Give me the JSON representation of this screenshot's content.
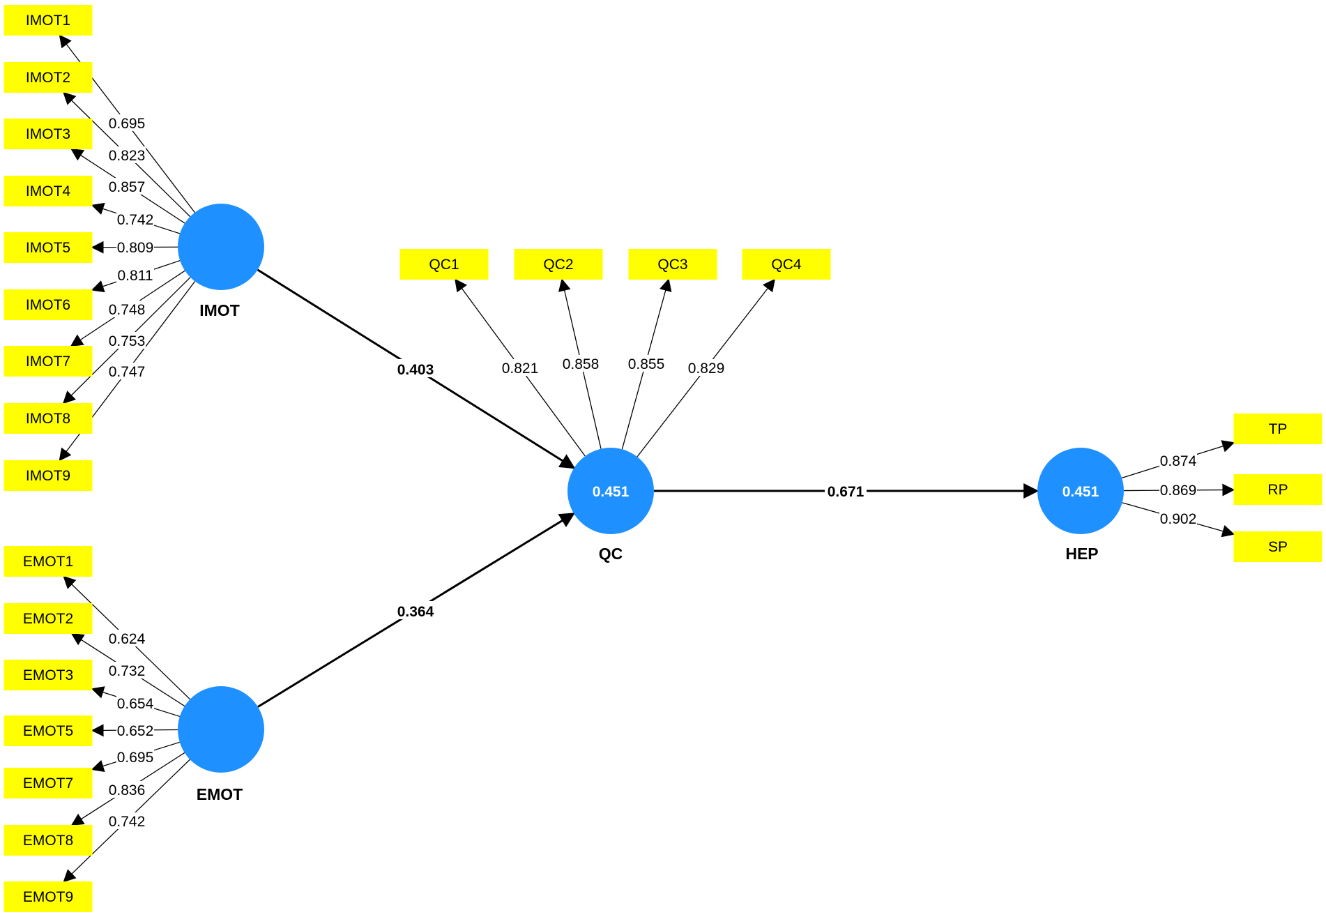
{
  "colors": {
    "indicator_fill": "#ffff00",
    "construct_fill": "#1e90ff",
    "line": "#000000"
  },
  "constructs": [
    {
      "id": "IMOT",
      "label": "IMOT",
      "value": ""
    },
    {
      "id": "EMOT",
      "label": "EMOT",
      "value": ""
    },
    {
      "id": "QC",
      "label": "QC",
      "value": "0.451"
    },
    {
      "id": "HEP",
      "label": "HEP",
      "value": "0.451"
    }
  ],
  "indicators": {
    "IMOT": [
      {
        "name": "IMOT1",
        "loading": "0.695"
      },
      {
        "name": "IMOT2",
        "loading": "0.823"
      },
      {
        "name": "IMOT3",
        "loading": "0.857"
      },
      {
        "name": "IMOT4",
        "loading": "0.742"
      },
      {
        "name": "IMOT5",
        "loading": "0.809"
      },
      {
        "name": "IMOT6",
        "loading": "0.811"
      },
      {
        "name": "IMOT7",
        "loading": "0.748"
      },
      {
        "name": "IMOT8",
        "loading": "0.753"
      },
      {
        "name": "IMOT9",
        "loading": "0.747"
      }
    ],
    "EMOT": [
      {
        "name": "EMOT1",
        "loading": "0.624"
      },
      {
        "name": "EMOT2",
        "loading": "0.732"
      },
      {
        "name": "EMOT3",
        "loading": "0.654"
      },
      {
        "name": "EMOT5",
        "loading": "0.652"
      },
      {
        "name": "EMOT7",
        "loading": "0.695"
      },
      {
        "name": "EMOT8",
        "loading": "0.836"
      },
      {
        "name": "EMOT9",
        "loading": "0.742"
      }
    ],
    "QC": [
      {
        "name": "QC1",
        "loading": "0.821"
      },
      {
        "name": "QC2",
        "loading": "0.858"
      },
      {
        "name": "QC3",
        "loading": "0.855"
      },
      {
        "name": "QC4",
        "loading": "0.829"
      }
    ],
    "HEP": [
      {
        "name": "TP",
        "loading": "0.874"
      },
      {
        "name": "RP",
        "loading": "0.869"
      },
      {
        "name": "SP",
        "loading": "0.902"
      }
    ]
  },
  "paths": [
    {
      "from": "IMOT",
      "to": "QC",
      "coefficient": "0.403"
    },
    {
      "from": "EMOT",
      "to": "QC",
      "coefficient": "0.364"
    },
    {
      "from": "QC",
      "to": "HEP",
      "coefficient": "0.671"
    }
  ]
}
